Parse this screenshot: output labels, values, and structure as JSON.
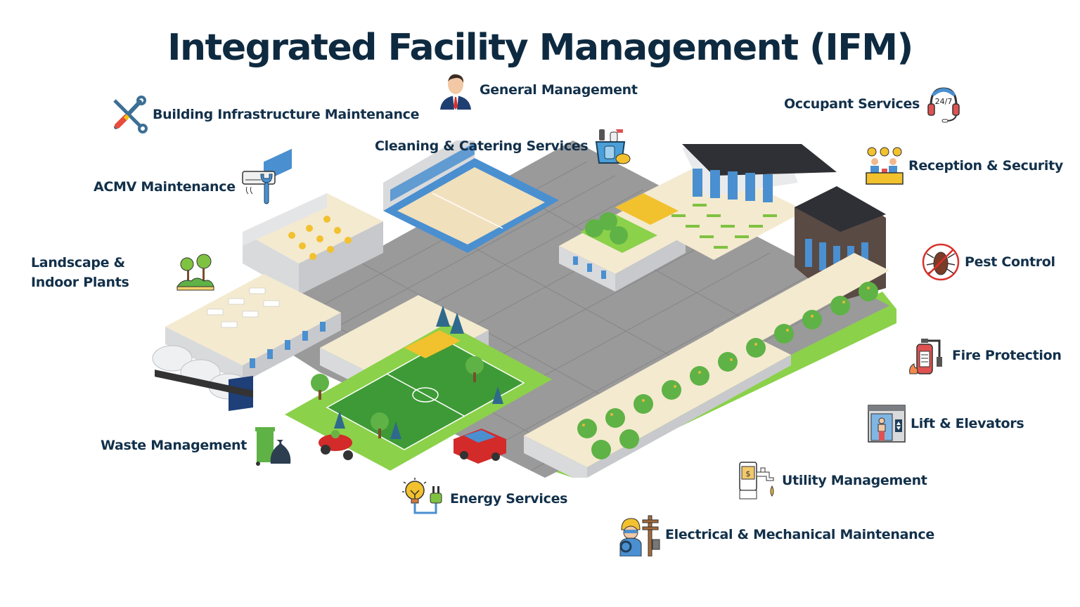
{
  "title": "Integrated Facility Management (IFM)",
  "services": {
    "building_infrastructure": {
      "label": "Building Infrastructure Maintenance",
      "icon": "tools-icon"
    },
    "general_management": {
      "label": "General Management",
      "icon": "manager-icon"
    },
    "occupant_services": {
      "label": "Occupant Services",
      "icon": "headset-24-7-icon"
    },
    "cleaning_catering": {
      "label": "Cleaning & Catering Services",
      "icon": "cleaning-bucket-icon"
    },
    "reception_security": {
      "label": "Reception & Security",
      "icon": "reception-desk-icon"
    },
    "acmv": {
      "label": "ACMV Maintenance",
      "icon": "aircon-wrench-icon"
    },
    "landscape": {
      "label": "Landscape & Indoor Plants",
      "icon": "trees-icon"
    },
    "pest_control": {
      "label": "Pest Control",
      "icon": "no-cockroach-icon"
    },
    "fire_protection": {
      "label": "Fire Protection",
      "icon": "fire-extinguisher-icon"
    },
    "lift_elevators": {
      "label": "Lift & Elevators",
      "icon": "elevator-icon"
    },
    "waste_management": {
      "label": "Waste Management",
      "icon": "trash-bin-icon"
    },
    "utility_management": {
      "label": "Utility Management",
      "icon": "utility-bill-tap-icon"
    },
    "energy_services": {
      "label": "Energy Services",
      "icon": "bulb-plug-icon"
    },
    "electrical_mechanical": {
      "label": "Electrical & Mechanical Maintenance",
      "icon": "electrician-icon"
    }
  },
  "colors": {
    "title": "#0e2a40",
    "label": "#12304a",
    "grass": "#8bd14a",
    "field": "#3e9a36",
    "road": "#8c8c8c",
    "wall": "#d9dadc",
    "window": "#4a8fd0",
    "floor": "#f4ead0",
    "roof": "#2e3035",
    "accent_yellow": "#f2c12e"
  }
}
